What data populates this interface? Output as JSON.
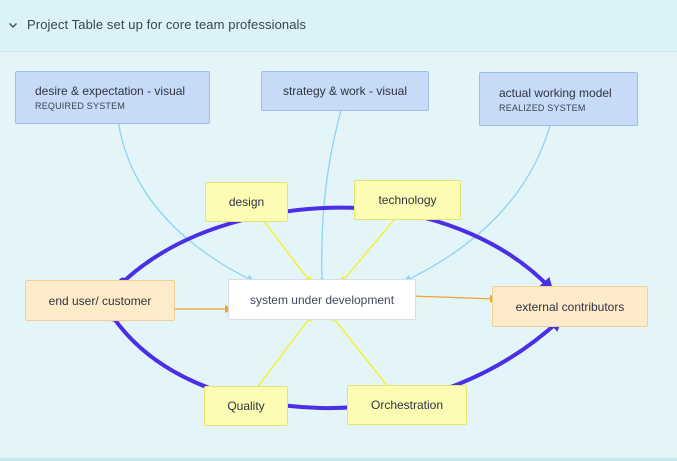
{
  "header": {
    "title": "Project Table set up for core team professionals",
    "toggle_icon": "chevron-down-icon"
  },
  "diagram": {
    "nodes": {
      "desire": {
        "label": "desire & expectation - visual",
        "sub": "REQUIRED SYSTEM"
      },
      "strategy": {
        "label": "strategy & work - visual"
      },
      "actual": {
        "label": "actual working model",
        "sub": "REALIZED SYSTEM"
      },
      "design": {
        "label": "design"
      },
      "technology": {
        "label": "technology"
      },
      "end_user": {
        "label": "end user/ customer"
      },
      "system": {
        "label": "system under development"
      },
      "external": {
        "label": "external contributors"
      },
      "quality": {
        "label": "Quality"
      },
      "orchestration": {
        "label": "Orchestration"
      }
    },
    "colors": {
      "loop": "#4a2fe6",
      "yellow_link": "#f5f016",
      "orange_link": "#f4a12a",
      "blue_link": "#8fd3ef"
    }
  }
}
